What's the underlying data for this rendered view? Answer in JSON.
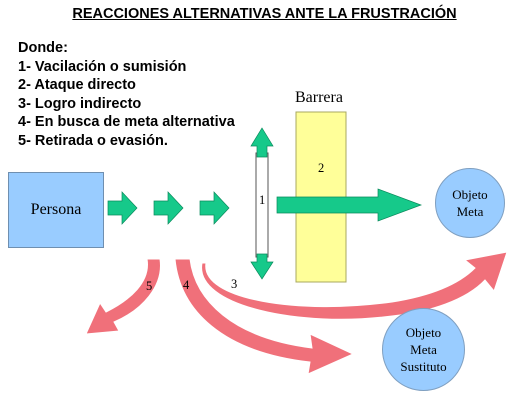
{
  "title": "REACCIONES ALTERNATIVAS ANTE LA FRUSTRACIÓN",
  "legend": {
    "heading": "Donde:",
    "items": [
      "1- Vacilación o sumisión",
      "2- Ataque directo",
      "3- Logro indirecto",
      "4- En busca de meta alternativa",
      "5- Retirada o evasión."
    ]
  },
  "diagram": {
    "persona": "Persona",
    "barrera": "Barrera",
    "objeto_meta": {
      "line1": "Objeto",
      "line2": "Meta"
    },
    "objeto_meta_sustituto": {
      "line1": "Objeto",
      "line2": "Meta",
      "line3": "Sustituto"
    },
    "numbers": {
      "n1": "1",
      "n2": "2",
      "n3": "3",
      "n4": "4",
      "n5": "5"
    },
    "colors": {
      "green_arrow": "#16c98a",
      "red_arrow": "#f0707a",
      "barrier": "#ffff99",
      "circle": "#99ccff",
      "persona_box": "#99ccff"
    }
  }
}
